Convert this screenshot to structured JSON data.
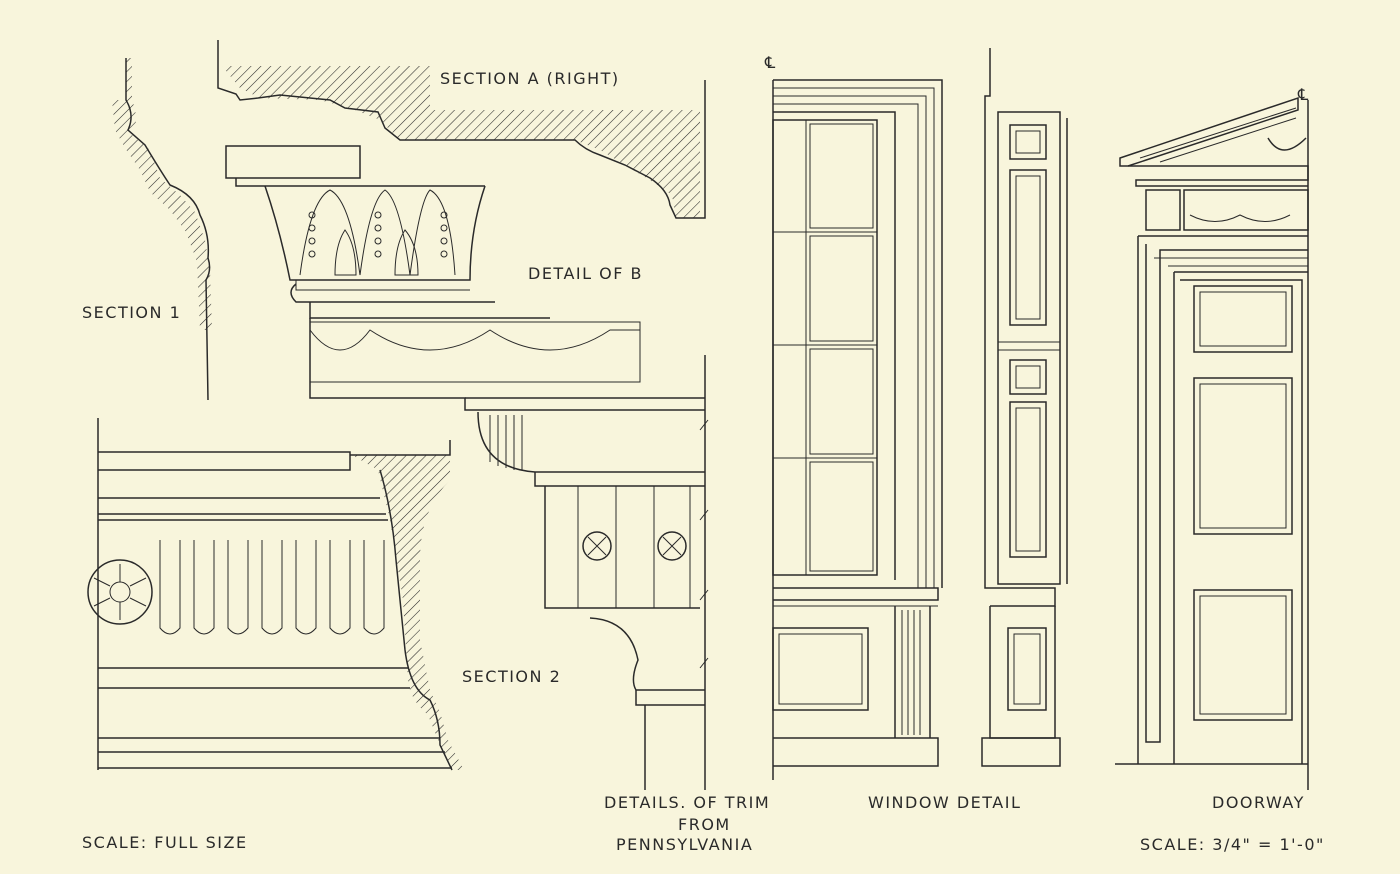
{
  "labels": {
    "section_1": "SECTION 1",
    "section_a": "SECTION A (RIGHT)",
    "detail_b": "DETAIL OF B",
    "section_2": "SECTION 2",
    "scale_full": "SCALE: FULL SIZE",
    "title_line1": "DETAILS. OF TRIM",
    "title_line2": "FROM",
    "title_line3": "PENNSYLVANIA",
    "window_detail": "WINDOW DETAIL",
    "doorway": "DOORWAY",
    "scale_quarter": "SCALE: 3/4\" = 1'-0\"",
    "centerline_mark": "℄"
  },
  "colors": {
    "paper": "#f8f5dc",
    "ink": "#2a2a2a"
  }
}
